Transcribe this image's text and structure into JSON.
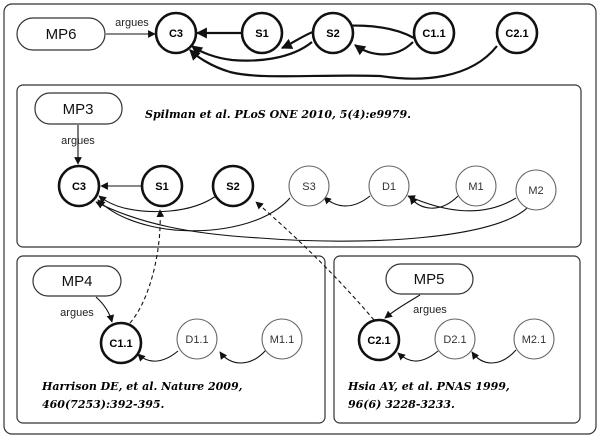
{
  "mp6": {
    "label": "MP6",
    "argues": "argues",
    "nodes": {
      "c3": "C3",
      "s1": "S1",
      "s2": "S2",
      "c1_1": "C1.1",
      "c2_1": "C2.1"
    }
  },
  "mp3": {
    "label": "MP3",
    "argues": "argues",
    "citation": "Spilman et al. PLoS ONE 2010, 5(4):e9979.",
    "nodes": {
      "c3": "C3",
      "s1": "S1",
      "s2": "S2",
      "s3": "S3",
      "d1": "D1",
      "m1": "M1",
      "m2": "M2"
    }
  },
  "mp4": {
    "label": "MP4",
    "argues": "argues",
    "citation_line1": "Harrison DE, et al. Nature 2009,",
    "citation_line2": "460(7253):392-395.",
    "nodes": {
      "c1_1": "C1.1",
      "d1_1": "D1.1",
      "m1_1": "M1.1"
    }
  },
  "mp5": {
    "label": "MP5",
    "argues": "argues",
    "citation_line1": "Hsia AY, et al. PNAS 1999,",
    "citation_line2": "96(6) 3228-3233.",
    "nodes": {
      "c2_1": "C2.1",
      "d2_1": "D2.1",
      "m2_1": "M2.1"
    }
  }
}
